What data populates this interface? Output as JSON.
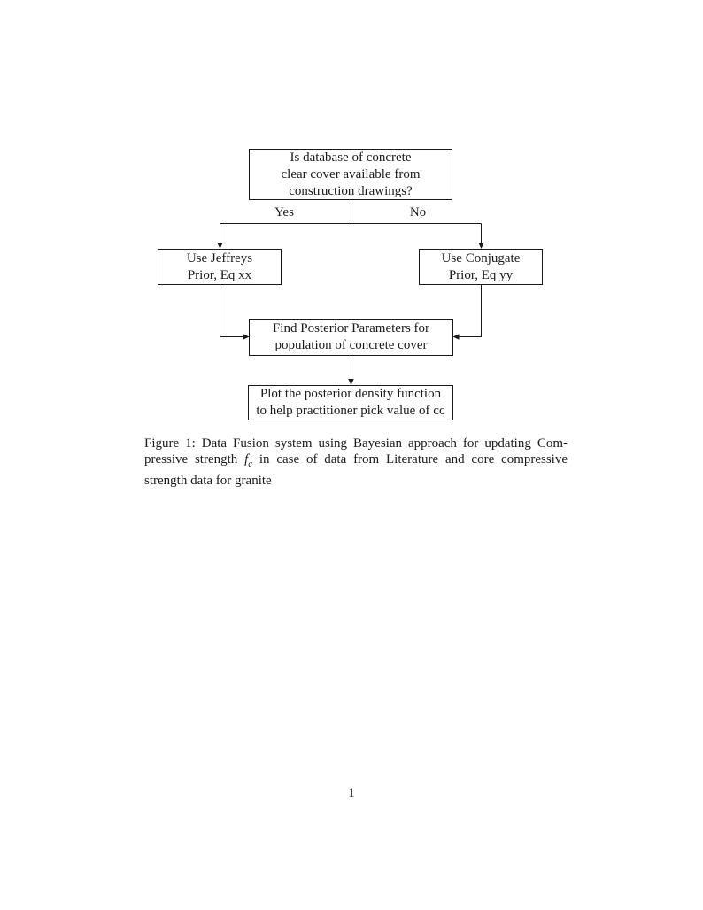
{
  "page": {
    "number": "1",
    "background_color": "#ffffff",
    "ink_color": "#1a1a1a"
  },
  "flowchart": {
    "nodes": {
      "question": {
        "lines": [
          "Is database of concrete",
          "clear cover available from",
          "construction drawings?"
        ]
      },
      "jeffreys": {
        "lines": [
          "Use Jeffreys",
          "Prior, Eq xx"
        ]
      },
      "conjugate": {
        "lines": [
          "Use Conjugate",
          "Prior, Eq yy"
        ]
      },
      "posterior": {
        "lines": [
          "Find Posterior Parameters for",
          "population of concrete cover"
        ]
      },
      "plot": {
        "lines": [
          "Plot the posterior density function",
          "to help practitioner pick value of cc"
        ]
      }
    },
    "edge_labels": {
      "yes": "Yes",
      "no": "No"
    }
  },
  "caption": {
    "line1": "Figure 1: Data Fusion system using Bayesian approach for updating Com-",
    "line2_before": "pressive strength",
    "math": {
      "base": "f",
      "subscript": "c"
    },
    "line2_after": "in case of data from Literature and core compressive",
    "line3": "strength data for granite"
  }
}
